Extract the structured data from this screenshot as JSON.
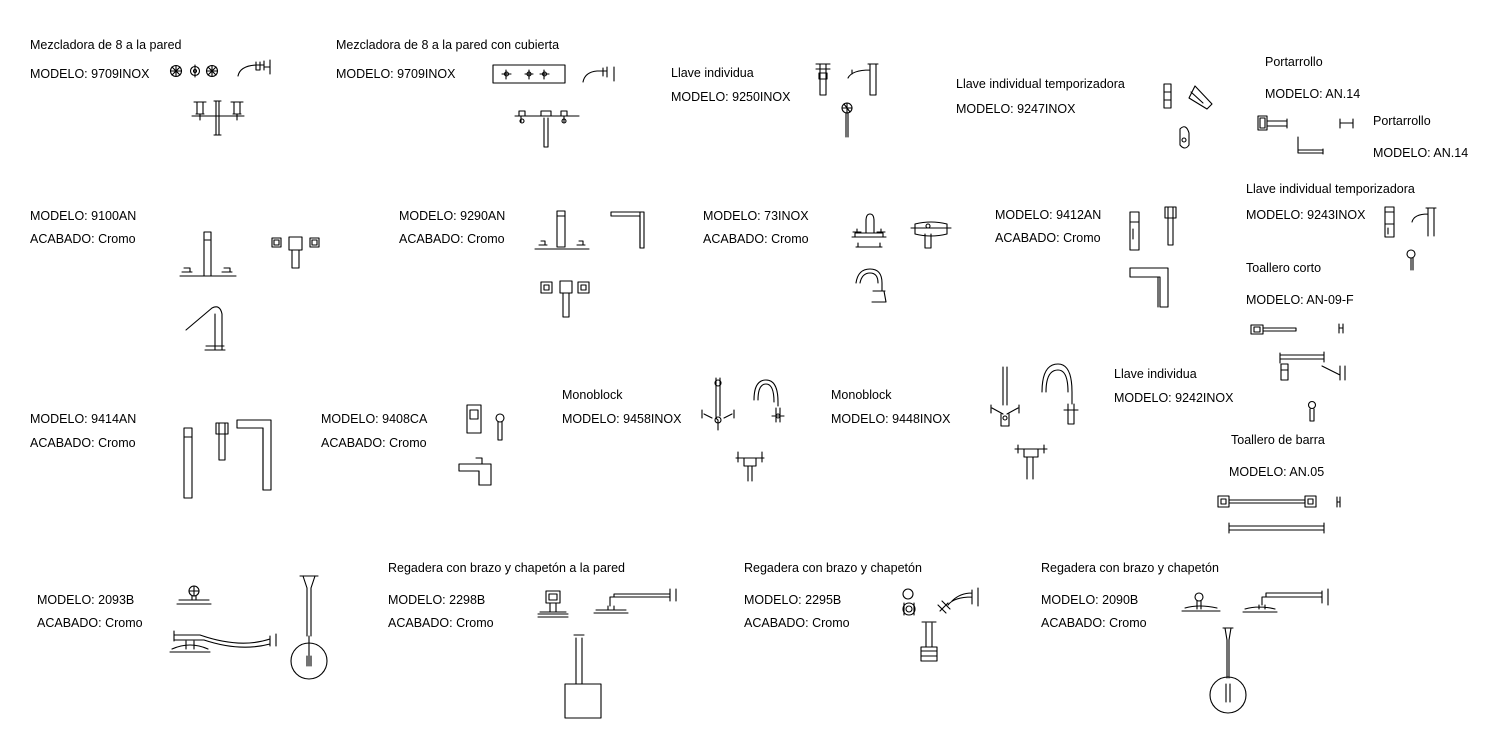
{
  "blocks": [
    {
      "id": "b1",
      "lines": [
        "Mezcladora de 8 a la pared",
        "MODELO: 9709INOX"
      ]
    },
    {
      "id": "b2",
      "lines": [
        "Mezcladora de 8 a la pared con cubierta",
        "MODELO: 9709INOX"
      ]
    },
    {
      "id": "b3",
      "lines": [
        "Llave individua",
        "MODELO: 9250INOX"
      ]
    },
    {
      "id": "b4",
      "lines": [
        "Llave individual temporizadora",
        "MODELO: 9247INOX"
      ]
    },
    {
      "id": "b5",
      "lines": [
        "Portarrollo",
        "MODELO: AN.14"
      ]
    },
    {
      "id": "b6",
      "lines": [
        "Portarrollo",
        "MODELO: AN.14"
      ]
    },
    {
      "id": "b7",
      "lines": [
        "MODELO: 9100AN",
        "ACABADO: Cromo"
      ]
    },
    {
      "id": "b8",
      "lines": [
        "MODELO: 9290AN",
        "ACABADO: Cromo"
      ]
    },
    {
      "id": "b9",
      "lines": [
        "MODELO: 73INOX",
        "ACABADO: Cromo"
      ]
    },
    {
      "id": "b10",
      "lines": [
        "MODELO: 9412AN",
        "ACABADO: Cromo"
      ]
    },
    {
      "id": "b11",
      "lines": [
        "Llave individual temporizadora",
        "MODELO: 9243INOX"
      ]
    },
    {
      "id": "b12",
      "lines": [
        "Toallero corto",
        "MODELO: AN-09-F"
      ]
    },
    {
      "id": "b13",
      "lines": [
        "MODELO: 9414AN",
        "ACABADO: Cromo"
      ]
    },
    {
      "id": "b14",
      "lines": [
        "MODELO: 9408CA",
        "ACABADO: Cromo"
      ]
    },
    {
      "id": "b15",
      "lines": [
        "Monoblock",
        "MODELO: 9458INOX"
      ]
    },
    {
      "id": "b16",
      "lines": [
        "Monoblock",
        "MODELO: 9448INOX"
      ]
    },
    {
      "id": "b17",
      "lines": [
        "Llave individua",
        "MODELO: 9242INOX"
      ]
    },
    {
      "id": "b18",
      "lines": [
        "Toallero de barra",
        "MODELO: AN.05"
      ]
    },
    {
      "id": "b19",
      "lines": [
        "MODELO: 2093B",
        "ACABADO: Cromo"
      ]
    },
    {
      "id": "b20",
      "lines": [
        "Regadera con brazo y chapetón a la pared",
        "MODELO: 2298B",
        "ACABADO: Cromo"
      ]
    },
    {
      "id": "b21",
      "lines": [
        "Regadera con brazo y chapetón",
        "MODELO: 2295B",
        "ACABADO: Cromo"
      ]
    },
    {
      "id": "b22",
      "lines": [
        "Regadera con brazo y chapetón",
        "MODELO: 2090B",
        "ACABADO: Cromo"
      ]
    }
  ],
  "colors": {
    "ink": "#000000",
    "background": "#ffffff"
  }
}
